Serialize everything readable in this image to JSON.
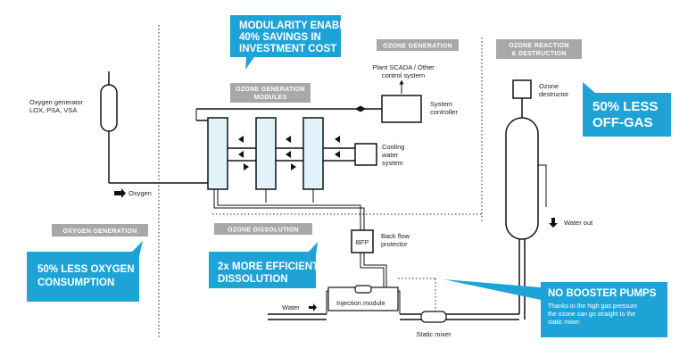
{
  "sections": {
    "oxygen_generation": "OXYGEN GENERATION",
    "ozone_generation": "OZONE GENERATION",
    "ozone_generation_modules": [
      "OZONE GENERATION",
      "MODULES"
    ],
    "ozone_reaction": [
      "OZONE REACTION",
      "& DESTRUCTION"
    ],
    "ozone_dissolution": "OZONE DISSOLUTION"
  },
  "callouts": {
    "modularity": [
      "MODULARITY ENABLES",
      "40% SAVINGS IN",
      "INVESTMENT COST"
    ],
    "less_oxygen": [
      "50% LESS OXYGEN",
      "CONSUMPTION"
    ],
    "efficient": [
      "2x MORE EFFICIENT",
      "DISSOLUTION"
    ],
    "less_offgas": [
      "50% LESS",
      "OFF-GAS"
    ],
    "no_booster_title": "NO BOOSTER PUMPS",
    "no_booster_body": [
      "Thanks to the high gas pressure",
      "the ozone can go straight to the",
      "static mixer."
    ]
  },
  "labels": {
    "oxygen_generator": [
      "Oxygen generator",
      "LOX, PSA, VSA"
    ],
    "oxygen": "Oxygen",
    "plant_scada": [
      "Plant SCADA / Other",
      "control system"
    ],
    "system_controller": [
      "System",
      "controller"
    ],
    "cooling_water": [
      "Cooling",
      "water",
      "system"
    ],
    "ozone_destructor": [
      "Ozone",
      "destructor"
    ],
    "water_out": "Water out",
    "bfp": "BFP",
    "back_flow": [
      "Back flow",
      "protector"
    ],
    "water": "Water",
    "injection_module": "Injection module",
    "static_mixer": "Static mixer"
  },
  "colors": {
    "accent": "#1fa3d6",
    "tag_gray": "#a8a8a8",
    "module_fill": "#e3f3fb"
  }
}
